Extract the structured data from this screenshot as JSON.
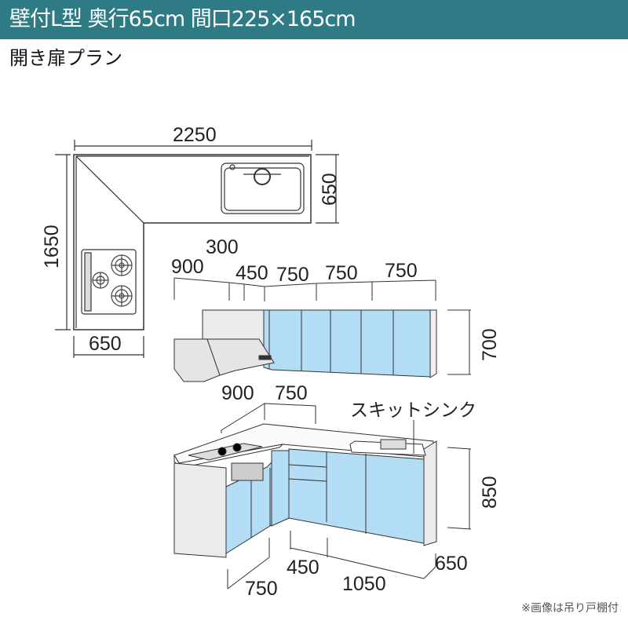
{
  "header": {
    "title": "壁付L型 奥行65cm 間口225×165cm",
    "background_color": "#2e7a85"
  },
  "subtitle": "開き扉プラン",
  "plan_view": {
    "width_dim": "2250",
    "depth_dim_right": "650",
    "length_dim_left": "1650",
    "depth_dim_bottom": "650"
  },
  "wall_cabinet": {
    "dims": [
      "900",
      "300",
      "450",
      "750",
      "750",
      "750"
    ],
    "height_dim": "700"
  },
  "base_cabinet": {
    "top_dims": [
      "900",
      "750"
    ],
    "sink_label": "スキットシンク",
    "height_dim": "850",
    "bottom_dims": [
      "450",
      "1050",
      "650",
      "750"
    ]
  },
  "colors": {
    "door_blue": "#b3dcf5",
    "body_gray": "#ebebeb",
    "line": "#333333"
  },
  "footnote": "※画像は吊り戸棚付"
}
